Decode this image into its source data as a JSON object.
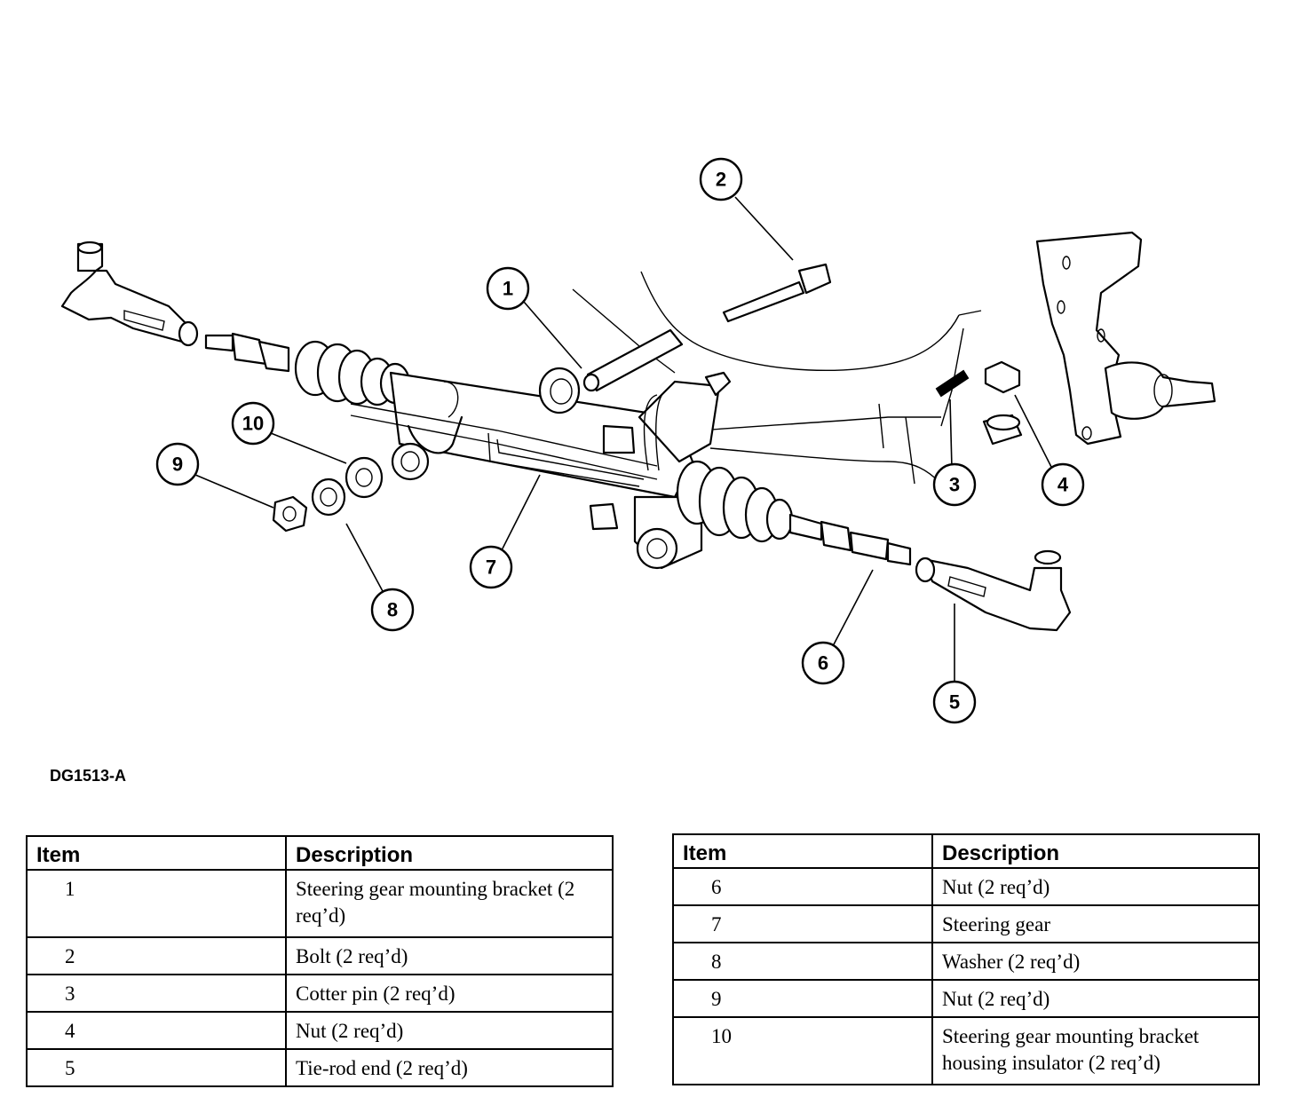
{
  "figure_code": "DG1513-A",
  "callouts": [
    "1",
    "2",
    "3",
    "4",
    "5",
    "6",
    "7",
    "8",
    "9",
    "10"
  ],
  "legend": {
    "headers": {
      "item": "Item",
      "description": "Description"
    },
    "left": [
      {
        "item": "1",
        "description": "Steering gear mounting bracket (2 req’d)"
      },
      {
        "item": "2",
        "description": "Bolt (2 req’d)"
      },
      {
        "item": "3",
        "description": "Cotter pin (2 req’d)"
      },
      {
        "item": "4",
        "description": "Nut (2 req’d)"
      },
      {
        "item": "5",
        "description": "Tie-rod end (2 req’d)"
      }
    ],
    "right": [
      {
        "item": "6",
        "description": "Nut (2 req’d)"
      },
      {
        "item": "7",
        "description": "Steering gear"
      },
      {
        "item": "8",
        "description": "Washer (2 req’d)"
      },
      {
        "item": "9",
        "description": "Nut (2 req’d)"
      },
      {
        "item": "10",
        "description": "Steering gear mounting bracket housing insulator (2 req’d)"
      }
    ]
  }
}
